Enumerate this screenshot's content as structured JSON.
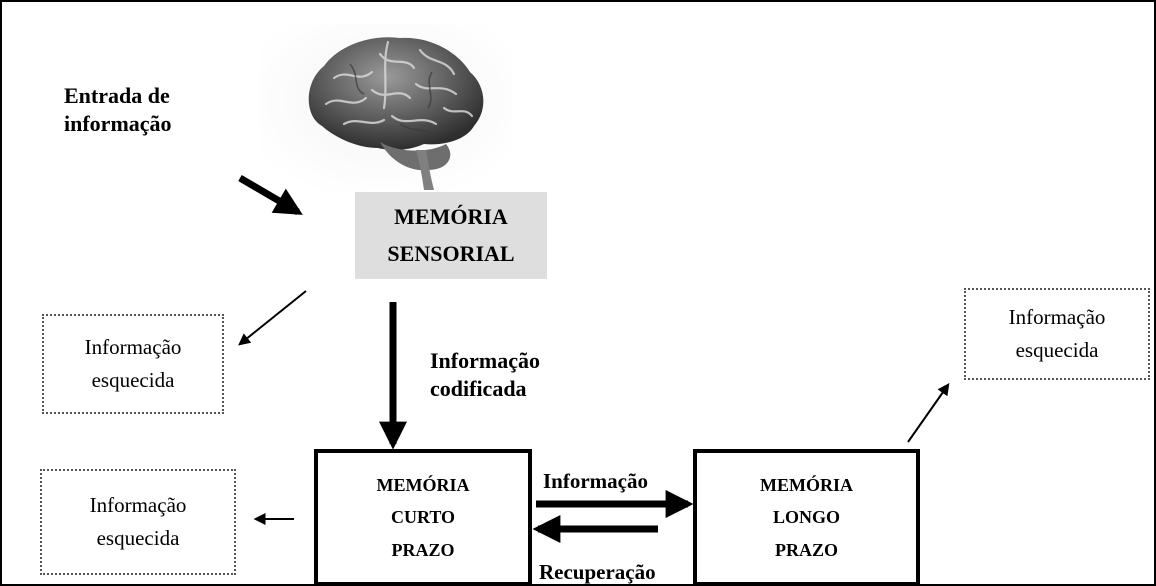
{
  "input_label": [
    "Entrada de",
    "informação"
  ],
  "sensory_memory": [
    "MEMÓRIA",
    "SENSORIAL"
  ],
  "encoded_label": [
    "Informação",
    "codificada"
  ],
  "short_term_memory": [
    "MEMÓRIA",
    "CURTO",
    "PRAZO"
  ],
  "long_term_memory": [
    "MEMÓRIA",
    "LONGO",
    "PRAZO"
  ],
  "transfer_label": "Informação",
  "retrieval_label": "Recuperação",
  "forgotten_1": [
    "Informação",
    "esquecida"
  ],
  "forgotten_2": [
    "Informação",
    "esquecida"
  ],
  "forgotten_3": [
    "Informação",
    "esquecida"
  ],
  "colors": {
    "sensory_box_fill": "#dedede",
    "stroke": "#000000"
  },
  "icons": {
    "brain": "brain-icon"
  }
}
